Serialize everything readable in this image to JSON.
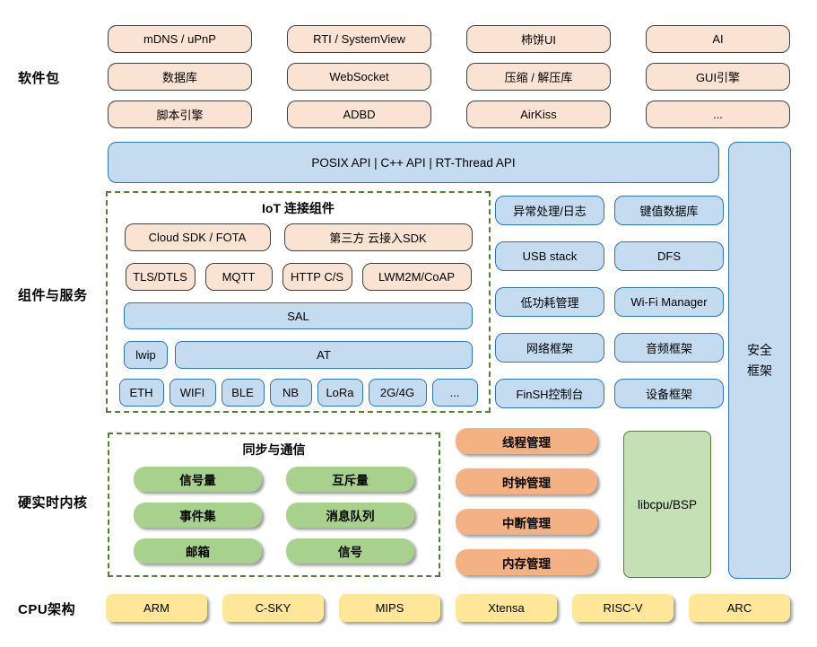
{
  "section_labels": {
    "software_packages": "软件包",
    "components_services": "组件与服务",
    "realtime_kernel": "硬实时内核",
    "cpu_arch": "CPU架构"
  },
  "software_packages": {
    "items": [
      "mDNS / uPnP",
      "RTI / SystemView",
      "柿饼UI",
      "AI",
      "数据库",
      "WebSocket",
      "压缩 / 解压库",
      "GUI引擎",
      "脚本引擎",
      "ADBD",
      "AirKiss",
      "..."
    ]
  },
  "api_banner": "POSIX API  |  C++ API  |  RT-Thread API",
  "security_framework": "安全\n框架",
  "iot": {
    "title": "IoT 连接组件",
    "sdk_row": [
      "Cloud SDK / FOTA",
      "第三方 云接入SDK"
    ],
    "protocol_row": [
      "TLS/DTLS",
      "MQTT",
      "HTTP C/S",
      "LWM2M/CoAP"
    ],
    "sal": "SAL",
    "lwip": "lwip",
    "at": "AT",
    "phy_row": [
      "ETH",
      "WIFI",
      "BLE",
      "NB",
      "LoRa",
      "2G/4G",
      "..."
    ]
  },
  "services": {
    "items": [
      "异常处理/日志",
      "键值数据库",
      "USB stack",
      "DFS",
      "低功耗管理",
      "Wi-Fi Manager",
      "网络框架",
      "音频框架",
      "FinSH控制台",
      "设备框架"
    ]
  },
  "ipc": {
    "title": "同步与通信",
    "items": [
      "信号量",
      "互斥量",
      "事件集",
      "消息队列",
      "邮箱",
      "信号"
    ]
  },
  "kernel_management": {
    "items": [
      "线程管理",
      "时钟管理",
      "中断管理",
      "内存管理"
    ]
  },
  "libcpu": "libcpu/BSP",
  "cpu_archs": {
    "items": [
      "ARM",
      "C-SKY",
      "MIPS",
      "Xtensa",
      "RISC-V",
      "ARC"
    ]
  },
  "colors": {
    "peach_fill": "#FBE3D4",
    "peach_border": "#404040",
    "blue_fill": "#C5DCF0",
    "blue_border": "#2E75B6",
    "green_pill": "#A9D18E",
    "orange_pill": "#F4B183",
    "yellow_fill": "#FFE699",
    "libcpu_fill": "#C5E0B4",
    "dashed_border": "#538135"
  }
}
